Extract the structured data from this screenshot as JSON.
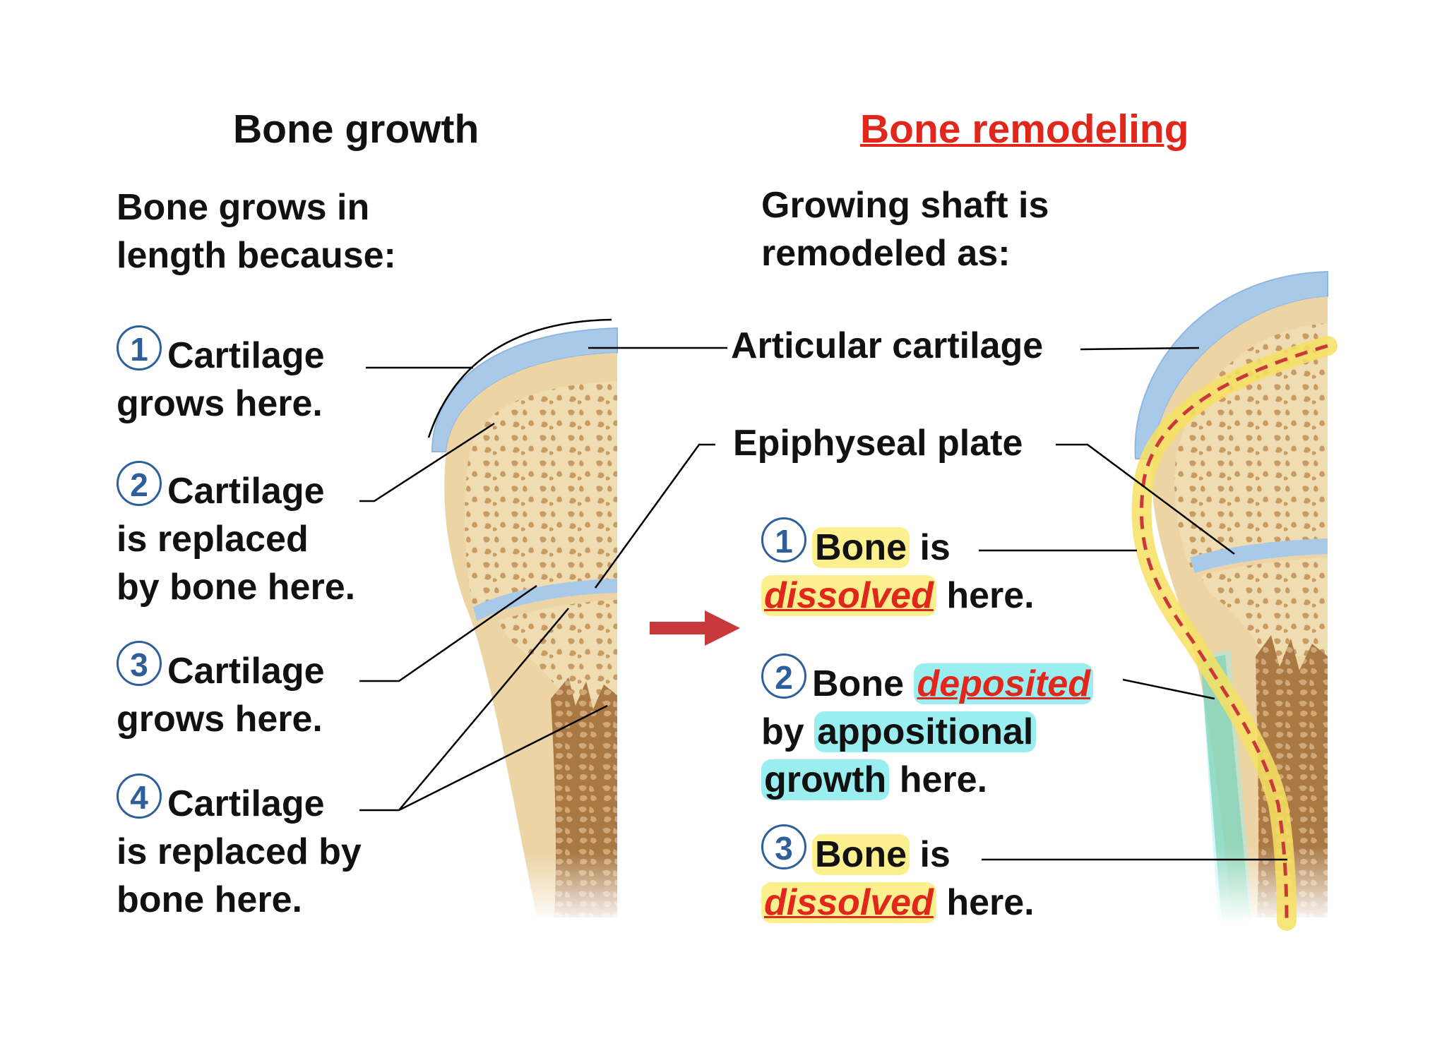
{
  "left": {
    "heading": "Bone growth",
    "intro": [
      "Bone grows in",
      "length because:"
    ],
    "steps": [
      {
        "num": "1",
        "lines": [
          "Cartilage",
          "grows here."
        ]
      },
      {
        "num": "2",
        "lines": [
          "Cartilage",
          "is replaced",
          "by bone here."
        ]
      },
      {
        "num": "3",
        "lines": [
          "Cartilage",
          "grows here."
        ]
      },
      {
        "num": "4",
        "lines": [
          "Cartilage",
          "is replaced by",
          "bone here."
        ]
      }
    ]
  },
  "right": {
    "heading": "Bone remodeling",
    "intro": [
      "Growing shaft is",
      "remodeled as:"
    ],
    "labels": {
      "articular": "Articular cartilage",
      "epiphyseal": "Epiphyseal plate"
    },
    "steps": [
      {
        "num": "1",
        "word1": "Bone",
        "rest1": " is",
        "emph": "dissolved",
        "rest2": " here."
      },
      {
        "num": "2",
        "word1": "Bone",
        "emph": "deposited",
        "line2a": "by ",
        "line2b": "appositional",
        "line3a": "growth",
        "line3b": " here."
      },
      {
        "num": "3",
        "word1": "Bone",
        "rest1": " is",
        "emph": "dissolved",
        "rest2": " here."
      }
    ]
  },
  "colors": {
    "heading_accent": "#e1261c",
    "badge": "#2f5f9a",
    "cartilage": "#a9c9e8",
    "bone": "#ecd4a4",
    "marrow": "#b07e4a",
    "highlight_yellow": "#fbef8e",
    "highlight_teal": "#9aeef0",
    "arrow": "#c9393c"
  }
}
